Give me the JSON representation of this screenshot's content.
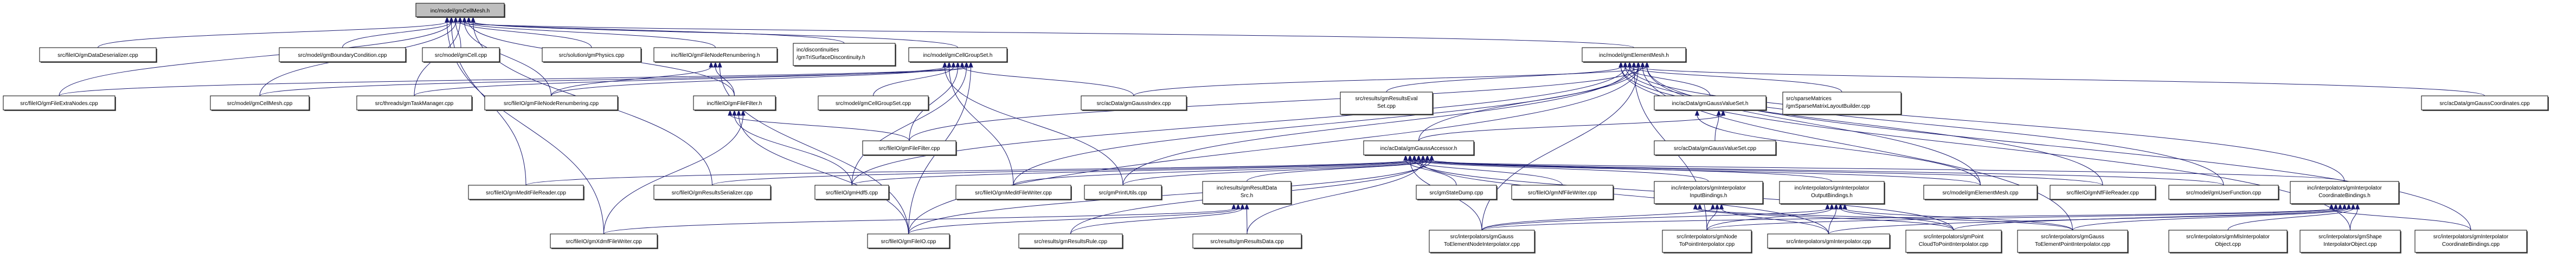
{
  "title": "Include dependency graph for inc/model/gmCellMesh.h",
  "colors": {
    "edge": "#191970",
    "root_fill": "#bfbfbf",
    "node_fill": "#ffffff"
  },
  "nodes": [
    {
      "id": "cellmesh_h",
      "lines": [
        "inc/model/gmCellMesh.h"
      ],
      "root": true
    },
    {
      "id": "datadeser",
      "lines": [
        "src/fileIO/gmDataDeserializer.cpp"
      ]
    },
    {
      "id": "bc",
      "lines": [
        "src/model/gmBoundaryCondition.cpp"
      ]
    },
    {
      "id": "cell",
      "lines": [
        "src/model/gmCell.cpp"
      ]
    },
    {
      "id": "physics",
      "lines": [
        "src/solution/gmPhysics.cpp"
      ]
    },
    {
      "id": "fnr_h",
      "lines": [
        "inc/fileIO/gmFileNodeRenumbering.h"
      ]
    },
    {
      "id": "trisurf_h",
      "lines": [
        "inc/discontinuities",
        "/gmTriSurfaceDiscontinuity.h"
      ]
    },
    {
      "id": "cgs_h",
      "lines": [
        "inc/model/gmCellGroupSet.h"
      ]
    },
    {
      "id": "elmesh_h",
      "lines": [
        "inc/model/gmElementMesh.h"
      ]
    },
    {
      "id": "extranodes",
      "lines": [
        "src/fileIO/gmFileExtraNodes.cpp"
      ]
    },
    {
      "id": "cellmesh_cpp",
      "lines": [
        "src/model/gmCellMesh.cpp"
      ]
    },
    {
      "id": "taskmgr",
      "lines": [
        "src/threads/gmTaskManager.cpp"
      ]
    },
    {
      "id": "fnr_cpp",
      "lines": [
        "src/fileIO/gmFileNodeRenumbering.cpp"
      ]
    },
    {
      "id": "filefilter_h",
      "lines": [
        "inc/fileIO/gmFileFilter.h"
      ]
    },
    {
      "id": "cgs_cpp",
      "lines": [
        "src/model/gmCellGroupSet.cpp"
      ]
    },
    {
      "id": "gaussindex",
      "lines": [
        "src/acData/gmGaussIndex.cpp"
      ]
    },
    {
      "id": "reseval",
      "lines": [
        "src/results/gmResultsEval",
        "Set.cpp"
      ]
    },
    {
      "id": "gvs_h",
      "lines": [
        "inc/acData/gmGaussValueSet.h"
      ]
    },
    {
      "id": "sparse",
      "lines": [
        "src/sparseMatrices",
        "/gmSparseMatrixLayoutBuilder.cpp"
      ]
    },
    {
      "id": "gausscoord",
      "lines": [
        "src/acData/gmGaussCoordinates.cpp"
      ]
    },
    {
      "id": "filefilter_cpp",
      "lines": [
        "src/fileIO/gmFileFilter.cpp"
      ]
    },
    {
      "id": "gacc_h",
      "lines": [
        "inc/acData/gmGaussAccessor.h"
      ]
    },
    {
      "id": "gvs_cpp",
      "lines": [
        "src/acData/gmGaussValueSet.cpp"
      ]
    },
    {
      "id": "meditreader",
      "lines": [
        "src/fileIO/gmMeditFileReader.cpp"
      ]
    },
    {
      "id": "resser",
      "lines": [
        "src/fileIO/gmResultsSerializer.cpp"
      ]
    },
    {
      "id": "hdf5",
      "lines": [
        "src/fileIO/gmHdf5.cpp"
      ]
    },
    {
      "id": "meditwriter",
      "lines": [
        "src/fileIO/gmMeditFileWriter.cpp"
      ]
    },
    {
      "id": "printutils",
      "lines": [
        "src/gmPrintUtils.cpp"
      ]
    },
    {
      "id": "rds_h",
      "lines": [
        "inc/results/gmResultData",
        "Src.h"
      ]
    },
    {
      "id": "statedump",
      "lines": [
        "src/gmStateDump.cpp"
      ]
    },
    {
      "id": "nfwriter",
      "lines": [
        "src/fileIO/gmNfFileWriter.cpp"
      ]
    },
    {
      "id": "inb_h",
      "lines": [
        "inc/interpolators/gmInterpolator",
        "InputBindings.h"
      ]
    },
    {
      "id": "outb_h",
      "lines": [
        "inc/interpolators/gmInterpolator",
        "OutputBindings.h"
      ]
    },
    {
      "id": "elmesh_cpp",
      "lines": [
        "src/model/gmElementMesh.cpp"
      ]
    },
    {
      "id": "nfreader",
      "lines": [
        "src/fileIO/gmNfFileReader.cpp"
      ]
    },
    {
      "id": "userfunc",
      "lines": [
        "src/model/gmUserFunction.cpp"
      ]
    },
    {
      "id": "coordb_h",
      "lines": [
        "inc/interpolators/gmInterpolator",
        "CoordinateBindings.h"
      ]
    },
    {
      "id": "xdmf",
      "lines": [
        "src/fileIO/gmXdmfFileWriter.cpp"
      ]
    },
    {
      "id": "fileio",
      "lines": [
        "src/fileIO/gmFileIO.cpp"
      ]
    },
    {
      "id": "resrule",
      "lines": [
        "src/results/gmResultsRule.cpp"
      ]
    },
    {
      "id": "resdata",
      "lines": [
        "src/results/gmResultsData.cpp"
      ]
    },
    {
      "id": "g2en",
      "lines": [
        "src/interpolators/gmGauss",
        "ToElementNodeInterpolator.cpp"
      ]
    },
    {
      "id": "n2p",
      "lines": [
        "src/interpolators/gmNode",
        "ToPointInterpolator.cpp"
      ]
    },
    {
      "id": "interp",
      "lines": [
        "src/interpolators/gmInterpolator.cpp"
      ]
    },
    {
      "id": "pc2p",
      "lines": [
        "src/interpolators/gmPoint",
        "CloudToPointInterpolator.cpp"
      ]
    },
    {
      "id": "g2ep",
      "lines": [
        "src/interpolators/gmGauss",
        "ToElementPointInterpolator.cpp"
      ]
    },
    {
      "id": "mls",
      "lines": [
        "src/interpolators/gmMlsInterpolator",
        "Object.cpp"
      ]
    },
    {
      "id": "shape",
      "lines": [
        "src/interpolators/gmShape",
        "InterpolatorObject.cpp"
      ]
    },
    {
      "id": "coordb_cpp",
      "lines": [
        "src/interpolators/gmInterpolator",
        "CoordinateBindings.cpp"
      ]
    }
  ],
  "edges": [
    [
      "datadeser",
      "cellmesh_h"
    ],
    [
      "bc",
      "cellmesh_h"
    ],
    [
      "cell",
      "cellmesh_h"
    ],
    [
      "physics",
      "cellmesh_h"
    ],
    [
      "fnr_h",
      "cellmesh_h"
    ],
    [
      "trisurf_h",
      "cellmesh_h"
    ],
    [
      "cgs_h",
      "cellmesh_h"
    ],
    [
      "elmesh_h",
      "cellmesh_h"
    ],
    [
      "extranodes",
      "cellmesh_h"
    ],
    [
      "cellmesh_cpp",
      "cellmesh_h"
    ],
    [
      "taskmgr",
      "cellmesh_h"
    ],
    [
      "fnr_cpp",
      "cellmesh_h"
    ],
    [
      "filefilter_h",
      "cellmesh_h"
    ],
    [
      "resser",
      "cellmesh_h"
    ],
    [
      "xdmf",
      "cellmesh_h"
    ],
    [
      "meditreader",
      "cellmesh_h"
    ],
    [
      "fnr_cpp",
      "fnr_h"
    ],
    [
      "filefilter_h",
      "fnr_h"
    ],
    [
      "fileio",
      "fnr_h"
    ],
    [
      "extranodes",
      "cgs_h"
    ],
    [
      "cellmesh_cpp",
      "cgs_h"
    ],
    [
      "taskmgr",
      "cgs_h"
    ],
    [
      "fnr_cpp",
      "cgs_h"
    ],
    [
      "cgs_cpp",
      "cgs_h"
    ],
    [
      "filefilter_cpp",
      "cgs_h"
    ],
    [
      "gaussindex",
      "cgs_h"
    ],
    [
      "hdf5",
      "cgs_h"
    ],
    [
      "fileio",
      "cgs_h"
    ],
    [
      "printutils",
      "cgs_h"
    ],
    [
      "meditwriter",
      "cgs_h"
    ],
    [
      "filefilter_cpp",
      "filefilter_h"
    ],
    [
      "hdf5",
      "filefilter_h"
    ],
    [
      "fileio",
      "filefilter_h"
    ],
    [
      "xdmf",
      "filefilter_h"
    ],
    [
      "gaussindex",
      "elmesh_h"
    ],
    [
      "reseval",
      "elmesh_h"
    ],
    [
      "gvs_h",
      "elmesh_h"
    ],
    [
      "sparse",
      "elmesh_h"
    ],
    [
      "gausscoord",
      "elmesh_h"
    ],
    [
      "gacc_h",
      "elmesh_h"
    ],
    [
      "filefilter_cpp",
      "elmesh_h"
    ],
    [
      "elmesh_cpp",
      "elmesh_h"
    ],
    [
      "nfreader",
      "elmesh_h"
    ],
    [
      "userfunc",
      "elmesh_h"
    ],
    [
      "coordb_h",
      "elmesh_h"
    ],
    [
      "n2p",
      "elmesh_h"
    ],
    [
      "g2en",
      "elmesh_h"
    ],
    [
      "g2ep",
      "elmesh_h"
    ],
    [
      "coordb_cpp",
      "elmesh_h"
    ],
    [
      "shape",
      "elmesh_h"
    ],
    [
      "hdf5",
      "elmesh_h"
    ],
    [
      "printutils",
      "elmesh_h"
    ],
    [
      "meditwriter",
      "elmesh_h"
    ],
    [
      "fileio",
      "elmesh_h"
    ],
    [
      "gvs_cpp",
      "gvs_h"
    ],
    [
      "gacc_h",
      "gvs_h"
    ],
    [
      "elmesh_cpp",
      "gvs_h"
    ],
    [
      "meditreader",
      "gacc_h"
    ],
    [
      "resser",
      "gacc_h"
    ],
    [
      "hdf5",
      "gacc_h"
    ],
    [
      "meditwriter",
      "gacc_h"
    ],
    [
      "printutils",
      "gacc_h"
    ],
    [
      "rds_h",
      "gacc_h"
    ],
    [
      "statedump",
      "gacc_h"
    ],
    [
      "nfwriter",
      "gacc_h"
    ],
    [
      "inb_h",
      "gacc_h"
    ],
    [
      "outb_h",
      "gacc_h"
    ],
    [
      "elmesh_cpp",
      "gacc_h"
    ],
    [
      "nfreader",
      "gacc_h"
    ],
    [
      "userfunc",
      "gacc_h"
    ],
    [
      "coordb_h",
      "gacc_h"
    ],
    [
      "g2en",
      "gacc_h"
    ],
    [
      "pc2p",
      "gacc_h"
    ],
    [
      "interp",
      "gacc_h"
    ],
    [
      "resdata",
      "gacc_h"
    ],
    [
      "resrule",
      "gacc_h"
    ],
    [
      "fileio",
      "gacc_h"
    ],
    [
      "xdmf",
      "rds_h"
    ],
    [
      "fileio",
      "rds_h"
    ],
    [
      "resrule",
      "rds_h"
    ],
    [
      "resdata",
      "rds_h"
    ],
    [
      "g2en",
      "inb_h"
    ],
    [
      "n2p",
      "inb_h"
    ],
    [
      "interp",
      "inb_h"
    ],
    [
      "pc2p",
      "inb_h"
    ],
    [
      "g2ep",
      "inb_h"
    ],
    [
      "g2en",
      "outb_h"
    ],
    [
      "n2p",
      "outb_h"
    ],
    [
      "interp",
      "outb_h"
    ],
    [
      "pc2p",
      "outb_h"
    ],
    [
      "g2ep",
      "outb_h"
    ],
    [
      "g2en",
      "coordb_h"
    ],
    [
      "n2p",
      "coordb_h"
    ],
    [
      "interp",
      "coordb_h"
    ],
    [
      "pc2p",
      "coordb_h"
    ],
    [
      "g2ep",
      "coordb_h"
    ],
    [
      "mls",
      "coordb_h"
    ],
    [
      "shape",
      "coordb_h"
    ],
    [
      "coordb_cpp",
      "coordb_h"
    ]
  ]
}
